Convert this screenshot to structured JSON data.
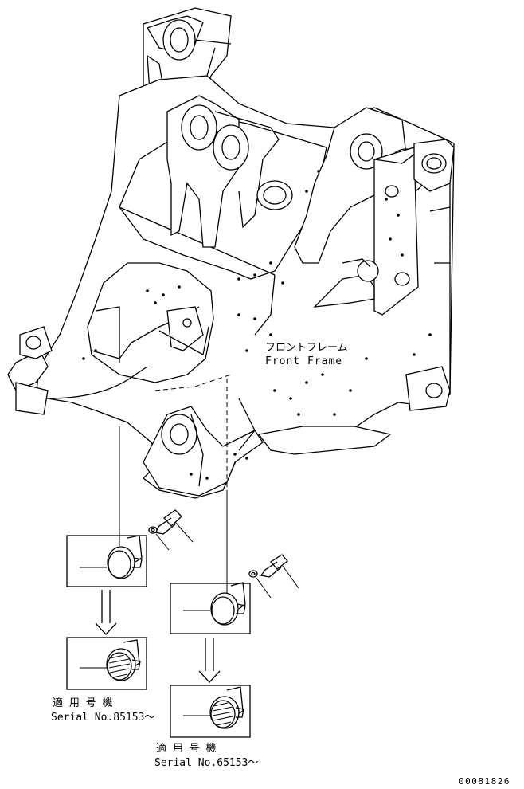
{
  "frame_label": {
    "ja": "フロントフレーム",
    "en": "Front Frame"
  },
  "serial_left": {
    "ja": "適 用 号 機",
    "en": "Serial No.85153～"
  },
  "serial_right": {
    "ja": "適 用 号 機",
    "en": "Serial No.65153～"
  },
  "drawing_number": "00081826"
}
